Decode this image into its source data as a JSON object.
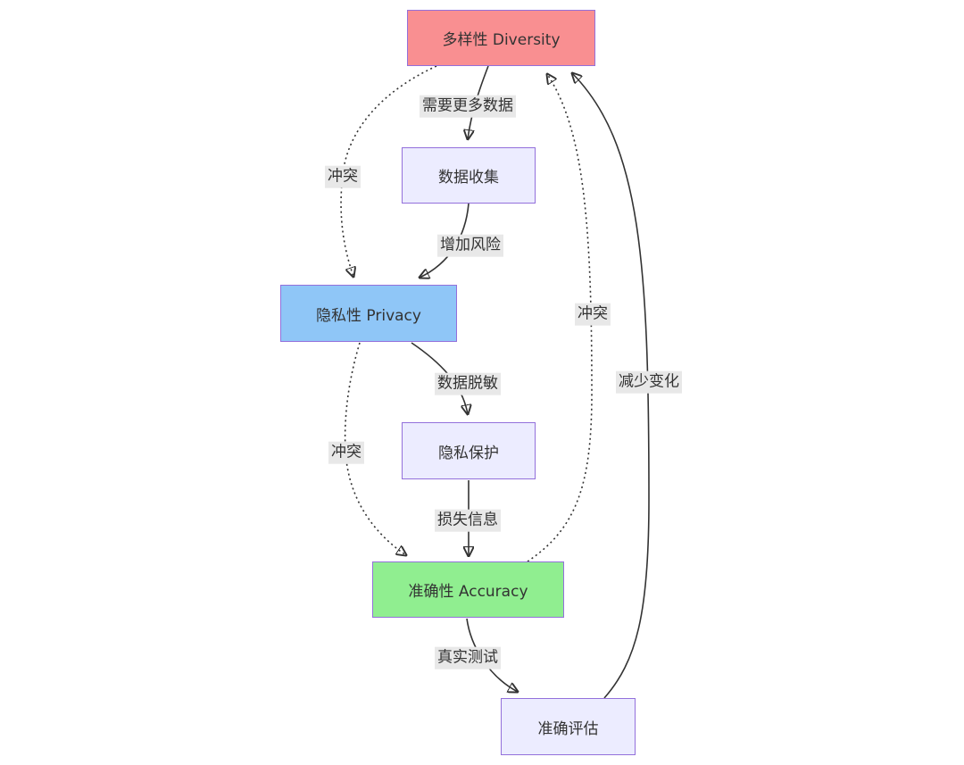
{
  "diagram": {
    "title": "",
    "type": "flowchart",
    "nodes": {
      "diversity": {
        "label": "多样性 Diversity",
        "fill": "#f98f91"
      },
      "data_collection": {
        "label": "数据收集",
        "fill": "#ececff"
      },
      "privacy": {
        "label": "隐私性 Privacy",
        "fill": "#8fc6f7"
      },
      "privacy_protection": {
        "label": "隐私保护",
        "fill": "#ececff"
      },
      "accuracy": {
        "label": "准确性 Accuracy",
        "fill": "#90ee90"
      },
      "accurate_evaluation": {
        "label": "准确评估",
        "fill": "#ececff"
      }
    },
    "edges": {
      "need_more_data": {
        "label": "需要更多数据",
        "from": "diversity",
        "to": "data_collection",
        "style": "solid"
      },
      "conflict_diversity_privacy": {
        "label": "冲突",
        "from": "diversity",
        "to": "privacy",
        "style": "dotted"
      },
      "increase_risk": {
        "label": "增加风险",
        "from": "data_collection",
        "to": "privacy",
        "style": "solid"
      },
      "data_masking": {
        "label": "数据脱敏",
        "from": "privacy",
        "to": "privacy_protection",
        "style": "solid"
      },
      "conflict_privacy_accuracy": {
        "label": "冲突",
        "from": "privacy",
        "to": "accuracy",
        "style": "dotted"
      },
      "lose_information": {
        "label": "损失信息",
        "from": "privacy_protection",
        "to": "accuracy",
        "style": "solid"
      },
      "conflict_accuracy_diversity": {
        "label": "冲突",
        "from": "accuracy",
        "to": "diversity",
        "style": "dotted"
      },
      "real_test": {
        "label": "真实测试",
        "from": "accuracy",
        "to": "accurate_evaluation",
        "style": "solid"
      },
      "reduce_variation": {
        "label": "减少变化",
        "from": "accurate_evaluation",
        "to": "diversity",
        "style": "solid"
      }
    },
    "colors": {
      "background": "#ffffff",
      "node_border": "#9370db",
      "edge_line": "#333333",
      "edge_label_background": "#e8e8e8",
      "text": "#333333"
    }
  }
}
